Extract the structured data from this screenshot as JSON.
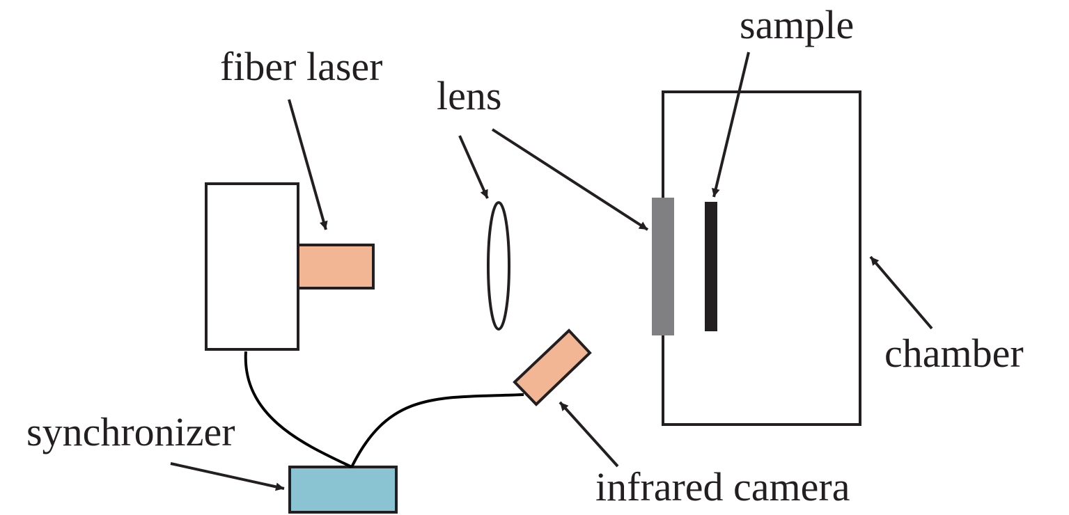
{
  "labels": {
    "fiber_laser": "fiber laser",
    "lens": "lens",
    "sample": "sample",
    "chamber": "chamber",
    "synchronizer": "synchronizer",
    "infrared_camera": "infrared camera"
  },
  "colors": {
    "laser_head": "#f2b694",
    "camera": "#f2b694",
    "synchronizer": "#8ac4d2",
    "window": "#808083",
    "sample": "#231f20",
    "outline": "#231f20"
  }
}
